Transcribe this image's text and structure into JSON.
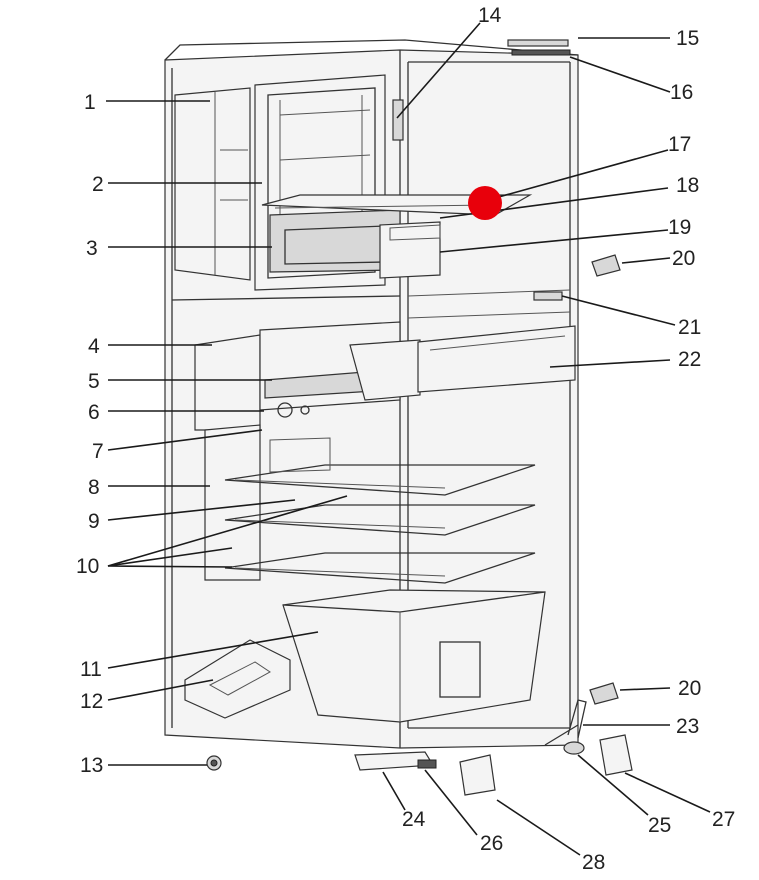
{
  "callouts": [
    "1",
    "2",
    "3",
    "4",
    "5",
    "6",
    "7",
    "8",
    "9",
    "10",
    "11",
    "12",
    "13",
    "14",
    "15",
    "16",
    "17",
    "18",
    "19",
    "20",
    "20",
    "21",
    "22",
    "23",
    "24",
    "25",
    "26",
    "27",
    "28"
  ],
  "colors": {
    "marker": "#e8000b",
    "line": "#1a1a1a",
    "text": "#222222"
  }
}
